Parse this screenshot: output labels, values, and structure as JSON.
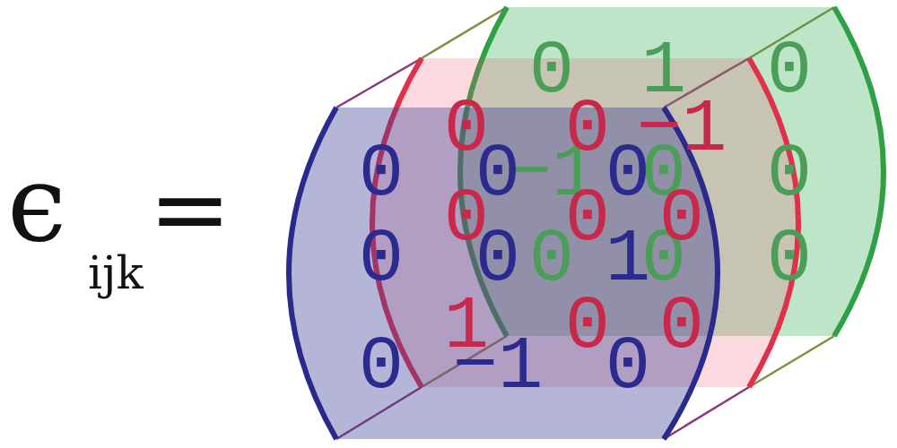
{
  "diagram": {
    "nodes": [
      {
        "text": [
          "0",
          "1",
          "0",
          "−1",
          "0",
          "0",
          "0",
          "0",
          "0"
        ]
      },
      {
        "text": [
          "0",
          "0",
          "−1",
          "0",
          "0",
          "0",
          "1",
          "0",
          "0"
        ]
      },
      {
        "text": [
          "0",
          "0",
          "0",
          "0",
          "0",
          "1",
          "0",
          "−1",
          "0"
        ]
      }
    ],
    "labels": [
      "ϵ",
      "ijk",
      "="
    ]
  }
}
